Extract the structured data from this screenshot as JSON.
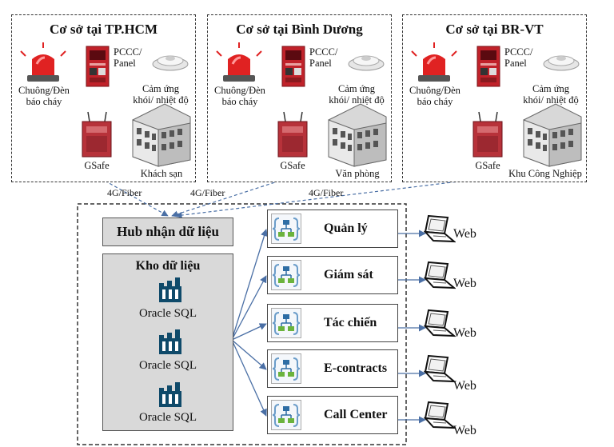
{
  "sites": [
    {
      "title": "Cơ sở tại TP.HCM",
      "panel": [
        "PCCC/",
        "Panel"
      ],
      "alarm": [
        "Chuông/Đèn",
        "báo cháy"
      ],
      "sensor": [
        "Cảm ứng",
        "khói/ nhiệt độ"
      ],
      "gsafe": "GSafe",
      "building": "Khách sạn"
    },
    {
      "title": "Cơ sở tại Bình Dương",
      "panel": [
        "PCCC/",
        "Panel"
      ],
      "alarm": [
        "Chuông/Đèn",
        "báo cháy"
      ],
      "sensor": [
        "Cảm ứng",
        "khói/ nhiệt độ"
      ],
      "gsafe": "GSafe",
      "building": "Văn phòng"
    },
    {
      "title": "Cơ sở tại BR-VT",
      "panel": [
        "PCCC/",
        "Panel"
      ],
      "alarm": [
        "Chuông/Đèn",
        "báo cháy"
      ],
      "sensor": [
        "Cảm ứng",
        "khói/ nhiệt độ"
      ],
      "gsafe": "GSafe",
      "building": "Khu Công Nghiệp"
    }
  ],
  "connections": [
    "4G/Fiber",
    "4G/Fiber",
    "4G/Fiber"
  ],
  "hub": "Hub nhận dữ liệu",
  "warehouse": {
    "title": "Kho dữ liệu",
    "dbs": [
      "Oracle SQL",
      "Oracle SQL",
      "Oracle SQL"
    ]
  },
  "modules": [
    "Quản lý",
    "Giám sát",
    "Tác chiến",
    "E-contracts",
    "Call Center"
  ],
  "web_label": "Web"
}
